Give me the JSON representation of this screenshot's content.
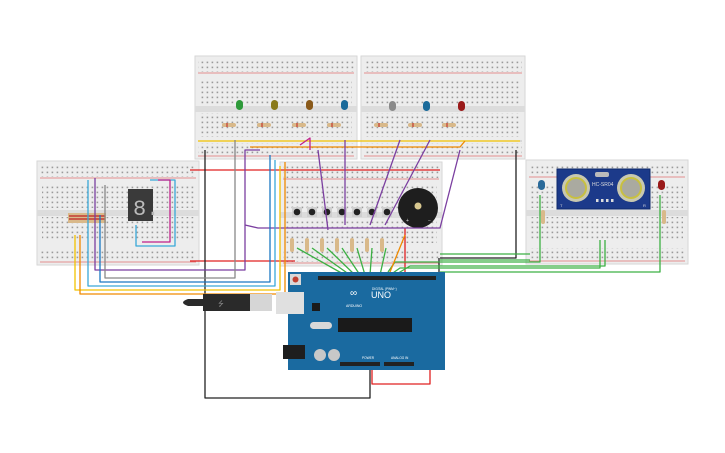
{
  "app": {
    "title": "Circuit Workspace"
  },
  "board": {
    "name": "UNO",
    "brand": "ARDUINO",
    "digital_label": "DIGITAL (PWM~)",
    "power_label": "POWER",
    "analog_label": "ANALOG IN",
    "color": "#1a6aa0"
  },
  "sensor": {
    "name": "HC-SR04",
    "pin_t": "T",
    "pin_r": "R"
  },
  "seven_segment": {
    "digit": "8."
  },
  "buzzer": {
    "plus": "+",
    "minus": "−"
  },
  "breadboards": [
    {
      "id": "bb-top-left",
      "leds": [
        "#2e9a3a",
        "#8a7a1a",
        "#8a5a1a",
        "#1a6a9a"
      ]
    },
    {
      "id": "bb-top-right",
      "leds": [
        "#8a8a8a",
        "#1a6a9a",
        "#9a1a1a"
      ]
    },
    {
      "id": "bb-left",
      "component": "seven-segment display"
    },
    {
      "id": "bb-center",
      "buttons": 7,
      "component": "buzzer"
    },
    {
      "id": "bb-right",
      "leds": [
        "#2a6a9a",
        "#9a1a1a"
      ],
      "component": "HC-SR04"
    }
  ],
  "wire_colors": {
    "red": "#e02020",
    "black": "#222222",
    "green": "#3cb043",
    "purple": "#7b3fa0",
    "orange": "#f08a00",
    "yellow": "#f2c200",
    "cyan": "#3aa8d8",
    "magenta": "#c0208a",
    "gray": "#888888",
    "blue": "#1a78c2"
  }
}
